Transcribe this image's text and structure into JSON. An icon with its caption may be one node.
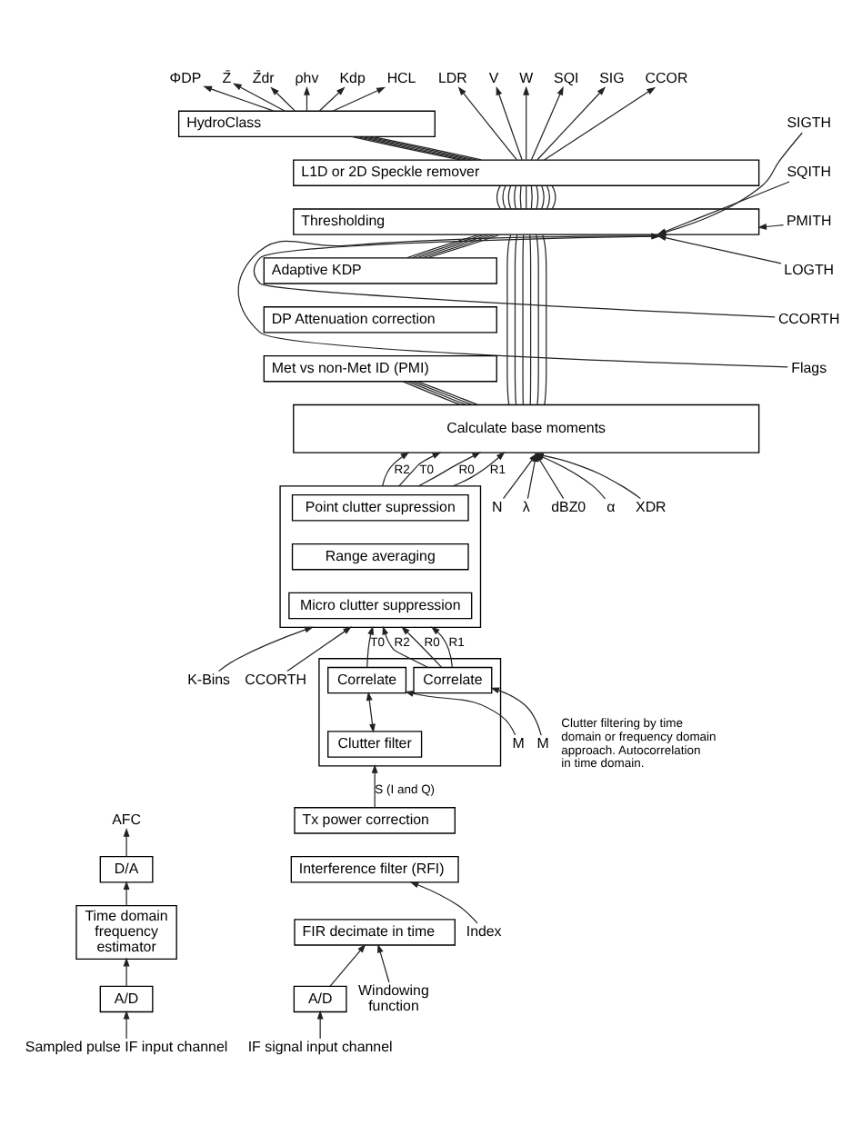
{
  "diagram": {
    "nodes": [
      {
        "text": [
          "ΦDP"
        ]
      },
      {
        "text": [
          "Z̄"
        ]
      },
      {
        "text": [
          "Z̄dr"
        ]
      },
      {
        "text": [
          "ρhv"
        ]
      },
      {
        "text": [
          "Kdp"
        ]
      },
      {
        "text": [
          "HCL"
        ]
      },
      {
        "text": [
          "LDR"
        ]
      },
      {
        "text": [
          "V"
        ]
      },
      {
        "text": [
          "W"
        ]
      },
      {
        "text": [
          "SQI"
        ]
      },
      {
        "text": [
          "SIG"
        ]
      },
      {
        "text": [
          "CCOR"
        ]
      },
      {
        "text": [
          "HydroClass"
        ]
      },
      {
        "text": [
          "L1D or 2D Speckle remover"
        ]
      },
      {
        "text": [
          "Thresholding"
        ]
      },
      {
        "text": [
          "SIGTH"
        ]
      },
      {
        "text": [
          "SQITH"
        ]
      },
      {
        "text": [
          "PMITH"
        ]
      },
      {
        "text": [
          "LOGTH"
        ]
      },
      {
        "text": [
          "CCORTH"
        ]
      },
      {
        "text": [
          "Flags"
        ]
      },
      {
        "text": [
          "Adaptive KDP"
        ]
      },
      {
        "text": [
          "DP Attenuation correction"
        ]
      },
      {
        "text": [
          "Met vs non-Met ID (PMI)"
        ]
      },
      {
        "text": [
          "Calculate base moments"
        ]
      },
      {
        "text": [],
        "shape": "box"
      },
      {
        "text": [
          "Point clutter supression"
        ],
        "in": 25
      },
      {
        "text": [
          "Range averaging"
        ],
        "in": 25
      },
      {
        "text": [
          "Micro clutter suppression"
        ],
        "in": 25
      },
      {
        "text": [
          "K-Bins"
        ]
      },
      {
        "text": [
          "CCORTH"
        ]
      },
      {
        "text": [
          "N"
        ]
      },
      {
        "text": [
          "λ"
        ]
      },
      {
        "text": [
          "dBZ0"
        ]
      },
      {
        "text": [
          "α"
        ]
      },
      {
        "text": [
          "XDR"
        ]
      },
      {
        "text": [],
        "shape": "box"
      },
      {
        "text": [
          "M"
        ]
      },
      {
        "text": [
          "Correlate"
        ],
        "in": 36
      },
      {
        "text": [
          "Correlate"
        ],
        "in": 36
      },
      {
        "text": [
          "M"
        ]
      },
      {
        "text": [
          "Clutter filter"
        ],
        "in": 36
      },
      {
        "text": [
          "AFC"
        ]
      },
      {
        "text": [
          "D/A"
        ]
      },
      {
        "text": [
          "Tx power correction"
        ]
      },
      {
        "text": [
          "Interference filter (RFI)"
        ]
      },
      {
        "text": [
          "Index"
        ]
      },
      {
        "text": [
          "FIR decimate in time"
        ]
      },
      {
        "text": [
          "Windowing function"
        ]
      },
      {
        "text": [
          "Time domain frequency estimator"
        ]
      },
      {
        "text": [
          "A/D"
        ]
      },
      {
        "text": [
          "A/D"
        ]
      },
      {
        "text": [
          "Sampled pulse IF input channel"
        ]
      },
      {
        "text": [
          "IF signal input channel"
        ]
      }
    ],
    "edges": [
      {
        "from": 12,
        "to": 0,
        "arrow": "to"
      },
      {
        "from": 12,
        "to": 1,
        "arrow": "to"
      },
      {
        "from": 12,
        "to": 2,
        "arrow": "to"
      },
      {
        "from": 12,
        "to": 3,
        "arrow": "to"
      },
      {
        "from": 12,
        "to": 4,
        "arrow": "to"
      },
      {
        "from": 12,
        "to": 5,
        "arrow": "to"
      },
      {
        "from": 13,
        "to": 6,
        "arrow": "to"
      },
      {
        "from": 13,
        "to": 7,
        "arrow": "to"
      },
      {
        "from": 13,
        "to": 8,
        "arrow": "to"
      },
      {
        "from": 13,
        "to": 9,
        "arrow": "to"
      },
      {
        "from": 13,
        "to": 10,
        "arrow": "to"
      },
      {
        "from": 13,
        "to": 11,
        "arrow": "to"
      },
      {
        "from": 13,
        "to": 12,
        "arrow": "none"
      },
      {
        "from": 13,
        "to": 12,
        "arrow": "none"
      },
      {
        "from": 13,
        "to": 12,
        "arrow": "none"
      },
      {
        "from": 13,
        "to": 12,
        "arrow": "none"
      },
      {
        "from": 13,
        "to": 12,
        "arrow": "none"
      },
      {
        "from": 14,
        "to": 13,
        "arrow": "none"
      },
      {
        "from": 14,
        "to": 13,
        "arrow": "none"
      },
      {
        "from": 14,
        "to": 13,
        "arrow": "none"
      },
      {
        "from": 14,
        "to": 13,
        "arrow": "none"
      },
      {
        "from": 14,
        "to": 13,
        "arrow": "none"
      },
      {
        "from": 14,
        "to": 13,
        "arrow": "none"
      },
      {
        "from": 14,
        "to": 13,
        "arrow": "none"
      },
      {
        "from": 14,
        "to": 13,
        "arrow": "none"
      },
      {
        "from": 14,
        "to": 13,
        "arrow": "none"
      },
      {
        "from": 14,
        "to": 13,
        "arrow": "none"
      },
      {
        "from": 14,
        "to": 13,
        "arrow": "none"
      },
      {
        "from": 21,
        "to": 14,
        "arrow": "none"
      },
      {
        "from": 21,
        "to": 14,
        "arrow": "none"
      },
      {
        "from": 21,
        "to": 14,
        "arrow": "none"
      },
      {
        "from": 21,
        "to": 14,
        "arrow": "none"
      },
      {
        "from": 21,
        "to": 14,
        "arrow": "none"
      },
      {
        "from": 24,
        "to": 14,
        "arrow": "none"
      },
      {
        "from": 24,
        "to": 14,
        "arrow": "none"
      },
      {
        "from": 24,
        "to": 14,
        "arrow": "none"
      },
      {
        "from": 24,
        "to": 14,
        "arrow": "none"
      },
      {
        "from": 24,
        "to": 14,
        "arrow": "none"
      },
      {
        "from": 24,
        "to": 14,
        "arrow": "none"
      },
      {
        "from": 24,
        "to": 23,
        "arrow": "none"
      },
      {
        "from": 24,
        "to": 23,
        "arrow": "none"
      },
      {
        "from": 24,
        "to": 23,
        "arrow": "none"
      },
      {
        "from": 24,
        "to": 23,
        "arrow": "none"
      },
      {
        "from": 15,
        "to": 14,
        "arrow": "to"
      },
      {
        "from": 16,
        "to": 14,
        "arrow": "to"
      },
      {
        "from": 17,
        "to": 14,
        "arrow": "to"
      },
      {
        "from": 18,
        "to": 14,
        "arrow": "to"
      },
      {
        "from": 19,
        "to": 14,
        "arrow": "to"
      },
      {
        "from": 20,
        "to": 14,
        "arrow": "to"
      },
      {
        "from": 25,
        "to": 24,
        "arrow": "to",
        "label": "R0"
      },
      {
        "from": 25,
        "to": 24,
        "arrow": "to",
        "label": "R1"
      },
      {
        "from": 25,
        "to": 24,
        "arrow": "to",
        "label": "R2"
      },
      {
        "from": 25,
        "to": 24,
        "arrow": "to",
        "label": "T0"
      },
      {
        "from": 29,
        "to": 25,
        "arrow": "to"
      },
      {
        "from": 30,
        "to": 25,
        "arrow": "to"
      },
      {
        "from": 31,
        "to": 24,
        "arrow": "to"
      },
      {
        "from": 32,
        "to": 24,
        "arrow": "to"
      },
      {
        "from": 33,
        "to": 24,
        "arrow": "to"
      },
      {
        "from": 34,
        "to": 24,
        "arrow": "to"
      },
      {
        "from": 35,
        "to": 24,
        "arrow": "to"
      },
      {
        "from": 38,
        "to": 25,
        "arrow": "to",
        "label": "R0"
      },
      {
        "from": 38,
        "to": 25,
        "arrow": "to",
        "label": "R1"
      },
      {
        "from": 38,
        "to": 25,
        "arrow": "to",
        "label": "R2"
      },
      {
        "from": 39,
        "to": 25,
        "arrow": "to",
        "label": "T0"
      },
      {
        "from": 37,
        "to": 38,
        "arrow": "to"
      },
      {
        "from": 40,
        "to": 39,
        "arrow": "to"
      },
      {
        "from": 41,
        "to": 39,
        "arrow": "both"
      },
      {
        "from": 44,
        "to": 36,
        "arrow": "to",
        "label": "S (I and Q)"
      },
      {
        "from": 46,
        "to": 45,
        "arrow": "to"
      },
      {
        "from": 48,
        "to": 47,
        "arrow": "to"
      },
      {
        "from": 51,
        "to": 47,
        "arrow": "to"
      },
      {
        "from": 53,
        "to": 51,
        "arrow": "to"
      },
      {
        "from": 52,
        "to": 50,
        "arrow": "to"
      },
      {
        "from": 50,
        "to": 49,
        "arrow": "to"
      },
      {
        "from": 49,
        "to": 43,
        "arrow": "to"
      },
      {
        "from": 43,
        "to": 42,
        "arrow": "to"
      }
    ],
    "labels": [
      "Clutter filtering by time domain or frequency domain approach. Autocorrelation in time domain."
    ]
  }
}
